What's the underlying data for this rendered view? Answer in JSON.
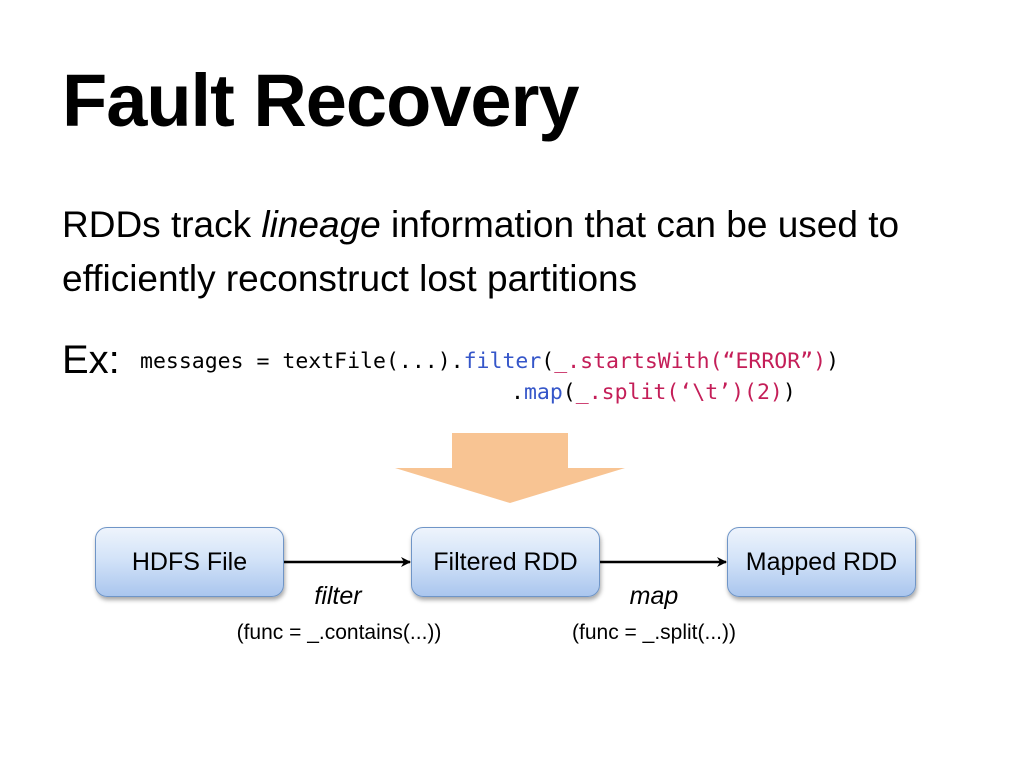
{
  "slide": {
    "title": "Fault Recovery",
    "body": {
      "before": "RDDs track ",
      "emphasis": "lineage",
      "after": " information that can be used to efficiently reconstruct lost partitions"
    },
    "example_label": "Ex:",
    "code": {
      "line1_plain": "messages = textFile(...).",
      "line1_kw": "filter",
      "line1_paren_open": "(",
      "line1_str": "_.startsWith(“ERROR”)",
      "line1_paren_close": ")",
      "line2_dot": ".",
      "line2_kw": "map",
      "line2_paren_open": "(",
      "line2_str": "_.split(‘\\t’)(2)",
      "line2_paren_close": ")"
    }
  },
  "diagram": {
    "arrow_color": "#f8c493",
    "nodes": [
      {
        "label": "HDFS File"
      },
      {
        "label": "Filtered RDD"
      },
      {
        "label": "Mapped RDD"
      }
    ],
    "edges": [
      {
        "label": "filter",
        "func": "(func = _.contains(...))"
      },
      {
        "label": "map",
        "func": "(func = _.split(...))"
      }
    ]
  }
}
